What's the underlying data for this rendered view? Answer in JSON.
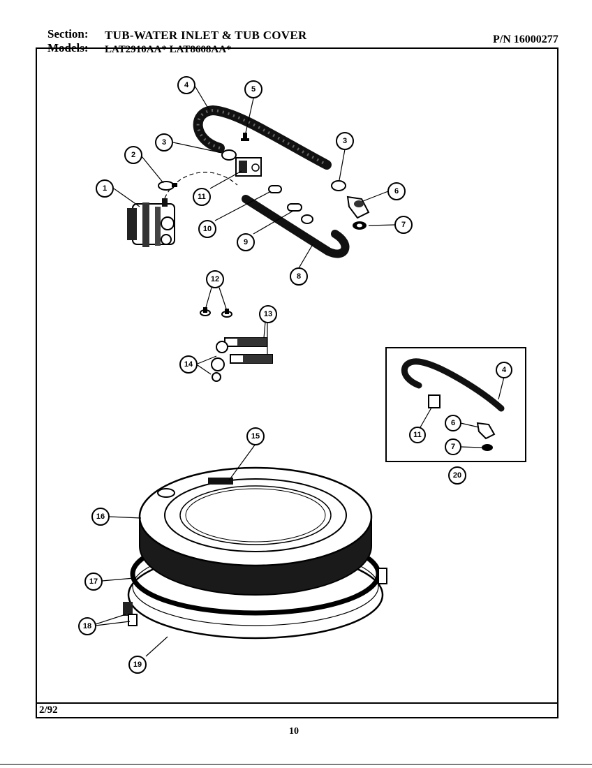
{
  "header": {
    "section_label": "Section:",
    "section_value": "TUB-WATER INLET & TUB COVER",
    "models_label": "Models:",
    "models_value": "LAT2910AA*  LAT8608AA*",
    "part_number": "P/N 16000277"
  },
  "footer": {
    "date": "2/92",
    "page_number": "10"
  },
  "callouts": [
    {
      "id": "c1",
      "label": "1"
    },
    {
      "id": "c2",
      "label": "2"
    },
    {
      "id": "c3a",
      "label": "3"
    },
    {
      "id": "c3b",
      "label": "3"
    },
    {
      "id": "c4",
      "label": "4"
    },
    {
      "id": "c5",
      "label": "5"
    },
    {
      "id": "c6",
      "label": "6"
    },
    {
      "id": "c7",
      "label": "7"
    },
    {
      "id": "c8",
      "label": "8"
    },
    {
      "id": "c9",
      "label": "9"
    },
    {
      "id": "c10",
      "label": "10"
    },
    {
      "id": "c11",
      "label": "11"
    },
    {
      "id": "c12",
      "label": "12"
    },
    {
      "id": "c13",
      "label": "13"
    },
    {
      "id": "c14",
      "label": "14"
    },
    {
      "id": "c15",
      "label": "15"
    },
    {
      "id": "c16",
      "label": "16"
    },
    {
      "id": "c17",
      "label": "17"
    },
    {
      "id": "c18",
      "label": "18"
    },
    {
      "id": "c19",
      "label": "19"
    },
    {
      "id": "c20",
      "label": "20"
    },
    {
      "id": "k4",
      "label": "4"
    },
    {
      "id": "k6",
      "label": "6"
    },
    {
      "id": "k7",
      "label": "7"
    },
    {
      "id": "k11",
      "label": "11"
    }
  ]
}
